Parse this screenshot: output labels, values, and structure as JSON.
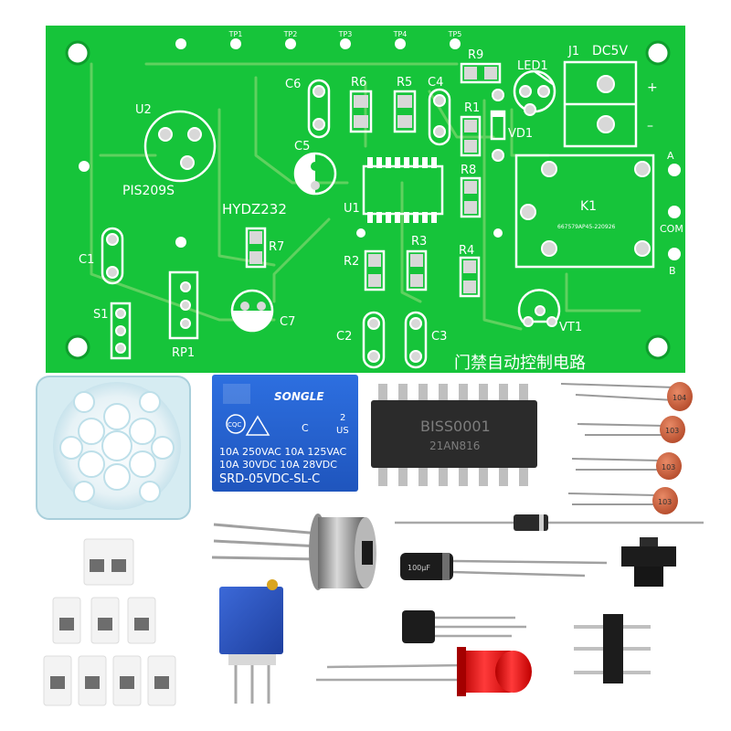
{
  "board": {
    "test_points": [
      "TP1",
      "TP2",
      "TP3",
      "TP4",
      "TP5"
    ],
    "labels": {
      "u2": "U2",
      "sensor": "PIS209S",
      "model": "HYDZ232",
      "u1": "U1",
      "c1": "C1",
      "c3": "C3",
      "c4": "C4",
      "c5": "C5",
      "c6": "C6",
      "c7": "C7",
      "c2": "C2",
      "r1": "R1",
      "r2": "R2",
      "r3": "R3",
      "r4": "R4",
      "r5": "R5",
      "r6": "R6",
      "r7": "R7",
      "r8": "R8",
      "r9": "R9",
      "s1": "S1",
      "rp1": "RP1",
      "led1": "LED1",
      "vd1": "VD1",
      "vt1": "VT1",
      "j1": "J1",
      "dc5v": "DC5V",
      "plus": "+",
      "minus": "–",
      "k1": "K1",
      "k1_code": "667579AP45-220926",
      "term_a": "A",
      "term_com": "COM",
      "term_b": "B",
      "title_cn": "门禁自动控制电路"
    }
  },
  "relay": {
    "brand": "SONGLE",
    "cert_left": "CQC",
    "cert_c": "C",
    "cert_ul": "US",
    "cert_num": "2",
    "spec_1": "10A 250VAC  10A 125VAC",
    "spec_2": "10A  30VDC  10A  28VDC",
    "model": "SRD-05VDC-SL-C"
  },
  "ic": {
    "line1": "BISS0001",
    "line2": "21AN816"
  },
  "capacitors": [
    "104",
    "103",
    "103",
    "103"
  ],
  "electrolytic_label": "100μF"
}
